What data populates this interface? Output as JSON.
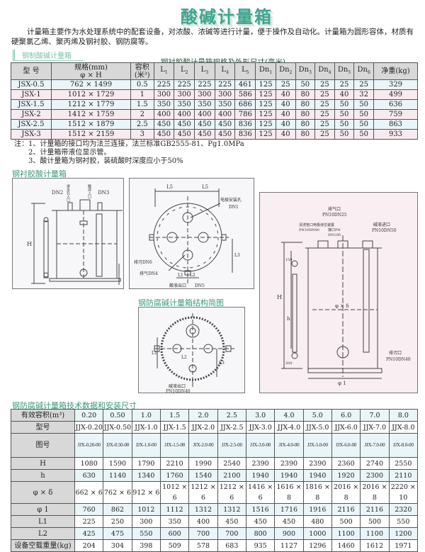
{
  "title": "酸碱计量箱",
  "intro": "计量箱主要作为水处理系统中的配套设备，对浓酸、浓碱等进行计量，便于操作及自动化。计量箱为圆形容体，材质有硬聚氯乙烯、聚丙烯及钢衬胶、钢防腐等。",
  "section1": "钢制酸碱计量箱",
  "table1": {
    "caption": "钢衬胶酸计量箱规格及外形尺寸(毫米)",
    "headers": [
      "型 号",
      "规格(mm)",
      "φ × H",
      "容积",
      "(米³)",
      "L",
      "L",
      "L",
      "L",
      "L",
      "Dn",
      "Dn",
      "Dn",
      "Dn",
      "Dn",
      "Dn",
      "净重(kg)"
    ],
    "subs": [
      "1",
      "2",
      "3",
      "4",
      "5",
      "1",
      "2",
      "3",
      "4",
      "5",
      "6"
    ],
    "rows": [
      [
        "JSX-0.5",
        "762 × 1499",
        "0.5",
        "225",
        "225",
        "225",
        "225",
        "461",
        "125",
        "25",
        "50",
        "25",
        "25",
        "25",
        "329"
      ],
      [
        "JSX-1",
        "1012 × 1729",
        "1",
        "300",
        "300",
        "300",
        "300",
        "586",
        "125",
        "40",
        "80",
        "25",
        "40",
        "32",
        "499"
      ],
      [
        "JSX-1.5",
        "1212 × 1779",
        "1.5",
        "350",
        "350",
        "350",
        "350",
        "686",
        "125",
        "40",
        "80",
        "25",
        "50",
        "50",
        "636"
      ],
      [
        "JSX-2",
        "1412 × 1759",
        "2",
        "400",
        "400",
        "400",
        "400",
        "786",
        "125",
        "40",
        "80",
        "25",
        "50",
        "50",
        "759"
      ],
      [
        "JSX-2.5",
        "1512 × 1879",
        "2.5",
        "450",
        "450",
        "450",
        "450",
        "836",
        "125",
        "40",
        "80",
        "25",
        "50",
        "50",
        "863"
      ],
      [
        "JSX-3",
        "1512 × 2159",
        "3",
        "450",
        "450",
        "450",
        "450",
        "836",
        "125",
        "40",
        "80",
        "25",
        "50",
        "50",
        "933"
      ]
    ]
  },
  "notes": [
    "注：1、计量箱的接口均为法兰连接，法兰标准GB2555-81、Pg1.0MPa",
    "2、计量箱带液位显示管。",
    "3、酸计量箱为钢衬胶，装硫酸时深度应小于50%"
  ],
  "section2": "钢衬胶酸计量箱",
  "diagram1": {
    "dn2": "DN2",
    "dn3": "DN3",
    "h": "H",
    "inlet1": "进水孔入口",
    "inlet2": "酸液入口"
  },
  "diagram2": {
    "l5": "L5",
    "dn1_label": "电极安装孔",
    "dn1": "DN1",
    "drain": "排污DN6",
    "vent": "排气DN4",
    "l1": "L1",
    "l2": "L2",
    "l3": "L3",
    "dn5": "DN5",
    "outlet": "酸液出口"
  },
  "section3": "钢防腐碱计量箱结构简图",
  "diagram3": {
    "vent": "排气口",
    "vent_spec": "PN10DN25",
    "clean": "清洗管口电极液位装置",
    "clean_spec": "PN10DN40",
    "port": "接口PN",
    "port_spec": "DN100",
    "alkali_in": "碱液进口",
    "alkali_in_spec": "PN10DN50",
    "drain": "排污口",
    "drain_spec": "PN10DN40",
    "H": "H",
    "h": "h",
    "phi_delta": "φ × δ",
    "phi1": "φ 1",
    "d150": "150",
    "d200": "200"
  },
  "diagram4": {
    "outlet": "碱液出口",
    "outlet_spec": "PN10DN40",
    "l1": "L1",
    "l2": "L2",
    "l3": "L3"
  },
  "section4": "钢防腐碱计量箱技术数据和安装尺寸",
  "table2": {
    "rows": [
      {
        "label": "有效容积(m³)",
        "values": [
          "0.20",
          "0.50",
          "1.0",
          "1.5",
          "2.0",
          "2.5",
          "3.0",
          "4.0",
          "5.0",
          "6.0",
          "7.0",
          "8.0"
        ]
      },
      {
        "label": "型号",
        "values": [
          "JJX-0.20",
          "JJX-0.50",
          "JJX-1.0",
          "JJX-1.5",
          "JJX-2.0",
          "JJX-2.5",
          "JJX-3.0",
          "JJX-4.0",
          "JJX-5.0",
          "JJX-6.0",
          "JJX-7.0",
          "JJX-8.0"
        ]
      },
      {
        "label": "图号",
        "values": [
          "JJX-0.20-00",
          "JJX-0.50-00",
          "JJX-1.0-00",
          "JJX-1.5-00",
          "JJX-2.0-00",
          "JJX-2.5-00",
          "JJX-3.0-00",
          "JJX-4.0-00",
          "JJX-5.0-00",
          "JJX-6.0-00",
          "JJX-7.0-00",
          "JJX-8.0-00"
        ]
      },
      {
        "label": "H",
        "values": [
          "1080",
          "1590",
          "1790",
          "2210",
          "1990",
          "2540",
          "2390",
          "2390",
          "2390",
          "2360",
          "2740",
          "2550"
        ]
      },
      {
        "label": "h",
        "values": [
          "630",
          "1140",
          "1340",
          "1760",
          "1540",
          "2100",
          "1940",
          "1940",
          "1940",
          "1920",
          "2300",
          "2110"
        ]
      },
      {
        "label": "φ × δ",
        "values": [
          "662 × 6",
          "762 × 6",
          "912 × 6",
          "1012 × 6",
          "1212 × 6",
          "1212 × 6",
          "1416 × 6",
          "1616 × 8",
          "1816 × 8",
          "2016 × 8",
          "2016 × 8",
          "2220 × 10"
        ]
      },
      {
        "label": "φ 1",
        "values": [
          "760",
          "862",
          "1012",
          "1112",
          "1312",
          "1312",
          "1516",
          "1716",
          "1916",
          "2116",
          "2116",
          "2320"
        ]
      },
      {
        "label": "L1",
        "values": [
          "225",
          "250",
          "300",
          "350",
          "400",
          "450",
          "450",
          "450",
          "480",
          "500",
          "500",
          "550"
        ]
      },
      {
        "label": "L2",
        "values": [
          "425",
          "475",
          "550",
          "600",
          "700",
          "700",
          "800",
          "900",
          "1000",
          "1100",
          "1100",
          "1200"
        ]
      },
      {
        "label": "设备空载重量(kg)",
        "values": [
          "204",
          "304",
          "398",
          "509",
          "578",
          "683",
          "935",
          "1127",
          "1296",
          "1460",
          "1612",
          "1971"
        ]
      }
    ]
  }
}
